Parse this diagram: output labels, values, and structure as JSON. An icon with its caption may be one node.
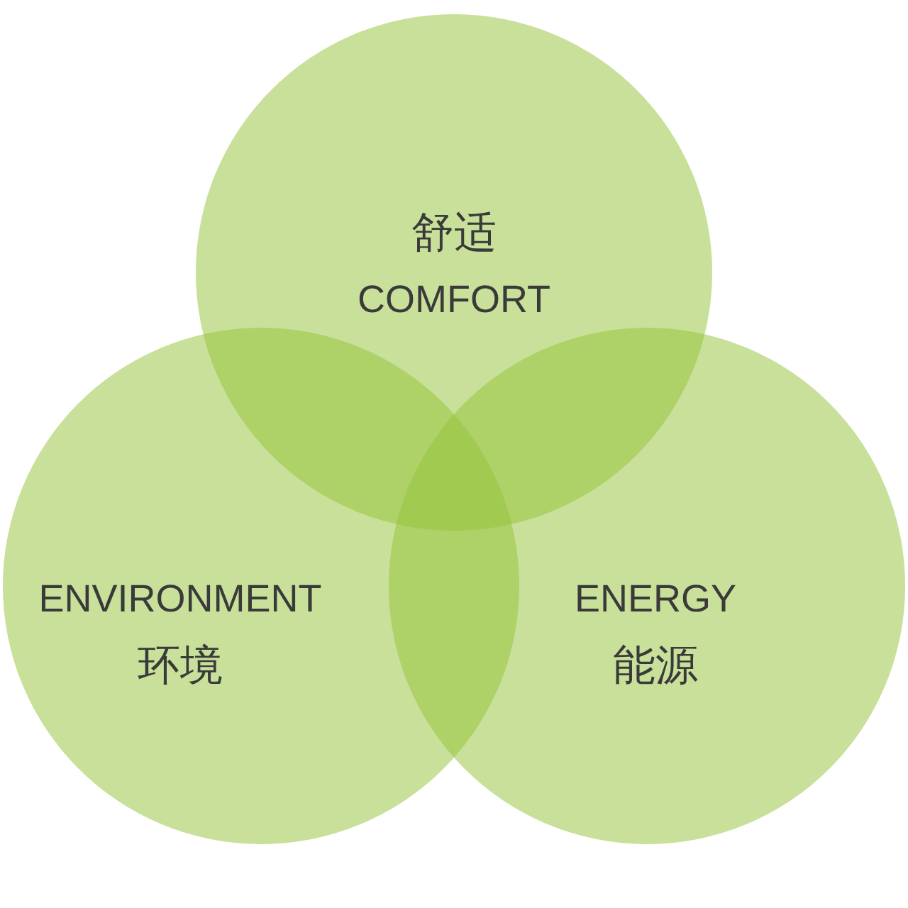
{
  "diagram": {
    "nodes": [
      {
        "text": [
          "舒适",
          "COMFORT"
        ]
      },
      {
        "text": [
          "ENVIRONMENT",
          "环境"
        ]
      },
      {
        "text": [
          "ENERGY",
          "能源"
        ]
      }
    ],
    "edges": []
  }
}
